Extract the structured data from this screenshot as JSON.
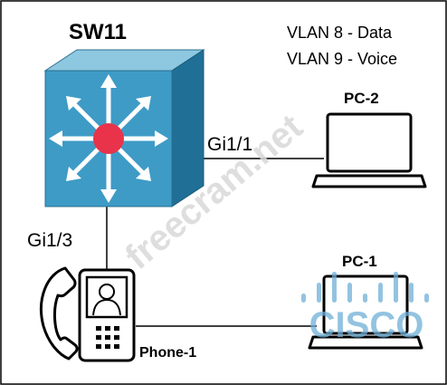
{
  "switch": {
    "name": "SW11"
  },
  "vlans": {
    "data": "VLAN 8 - Data",
    "voice": "VLAN 9 - Voice"
  },
  "ports": {
    "to_pc2": "Gi1/1",
    "to_phone": "Gi1/3"
  },
  "devices": {
    "pc2": "PC-2",
    "pc1": "PC-1",
    "phone": "Phone-1"
  },
  "watermarks": {
    "site": "freecram.net",
    "brand": "CISCO"
  },
  "colors": {
    "switch_top": "#8ec8e0",
    "switch_front": "#3e9bc6",
    "switch_side": "#1f6f96",
    "hub_red": "#e8334a",
    "watermark": "#d9d9d9"
  }
}
